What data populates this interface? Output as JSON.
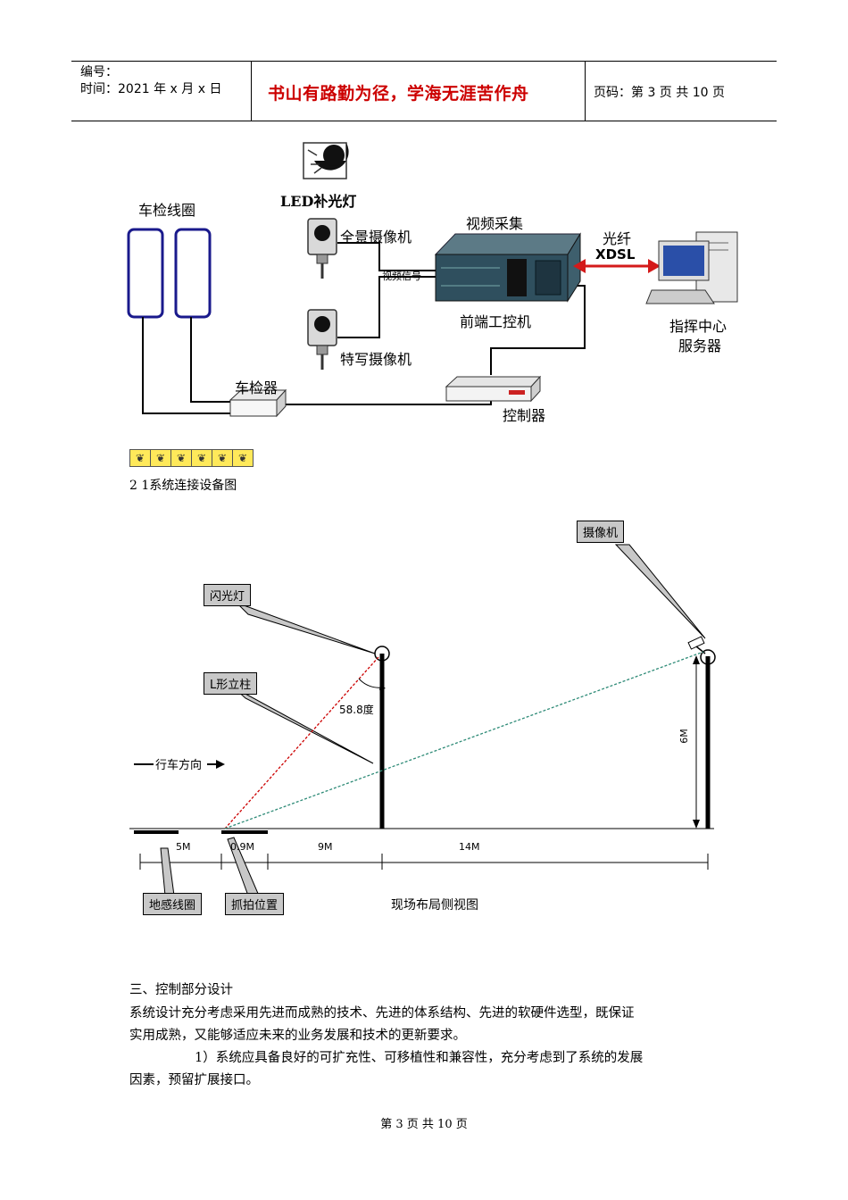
{
  "header": {
    "code_label": "编号：",
    "time_label": "时间：2021 年 x 月 x 日",
    "motto": "书山有路勤为径，学海无涯苦作舟",
    "page_label": "页码：第 3 页  共 10 页"
  },
  "diagram1": {
    "loop_label": "车检线圈",
    "led_label": "LED补光灯",
    "pano_cam_label": "全景摄像机",
    "closeup_cam_label": "特写摄像机",
    "video_signal_label": "视频信号",
    "capture_label": "视频采集",
    "frontend_label": "前端工控机",
    "fiber_label": "光纤",
    "xdsl_label": "XDSL",
    "server_label_1": "指挥中心",
    "server_label_2": "服务器",
    "detector_label": "车检器",
    "controller_label": "控制器",
    "caption": "2 1系统连接设备图"
  },
  "diagram2": {
    "camera_label": "摄像机",
    "flash_label": "闪光灯",
    "pole_label": "L形立柱",
    "angle_label": "58.8度",
    "direction_label": "行车方向",
    "height_label": "6M",
    "dim_5m": "5M",
    "dim_09m": "0.9M",
    "dim_9m": "9M",
    "dim_14m": "14M",
    "loop_label": "地感线圈",
    "capture_pos_label": "抓拍位置",
    "title": "现场布局侧视图"
  },
  "body": {
    "section_title": "三、控制部分设计",
    "para1_line1": "系统设计充分考虑采用先进而成熟的技术、先进的体系结构、先进的软硬件选型，既保证",
    "para1_line2": "实用成熟，又能够适应未来的业务发展和技术的更新要求。",
    "para2_line1": "1）系统应具备良好的可扩充性、可移植性和兼容性，充分考虑到了系统的发展",
    "para2_line2": "因素，预留扩展接口。"
  },
  "footer": {
    "text": "第 3 页 共 10 页"
  },
  "colors": {
    "motto": "#cc0000",
    "flash_ray": "#cc0000",
    "camera_ray": "#2e8b77",
    "loop_border": "#1a1a8c"
  }
}
